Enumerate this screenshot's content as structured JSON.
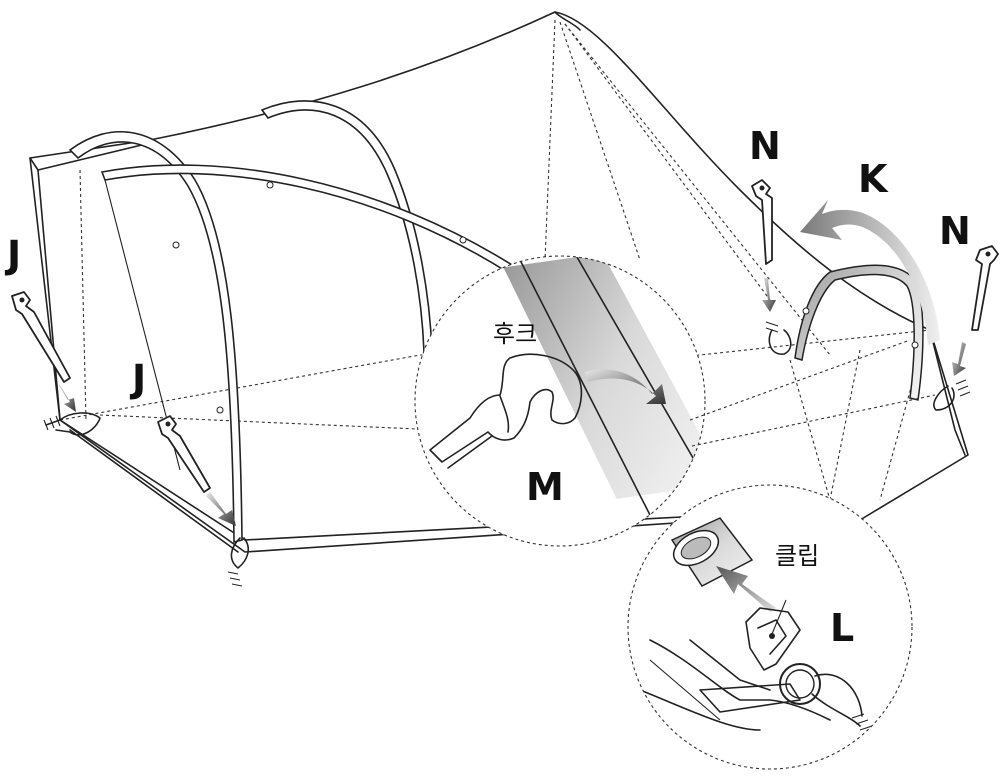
{
  "labels": {
    "j_left": "J",
    "j_mid": "J",
    "k": "K",
    "n_left": "N",
    "n_right": "N",
    "m": "M",
    "l": "L"
  },
  "callouts": {
    "hook": "후크",
    "clip": "클립"
  },
  "colors": {
    "line": "#222222",
    "arrow_dark": "#444444",
    "arrow_light": "#cfcfcf",
    "pole_light": "#e8e8e8",
    "pole_dark": "#8a8a8a"
  }
}
